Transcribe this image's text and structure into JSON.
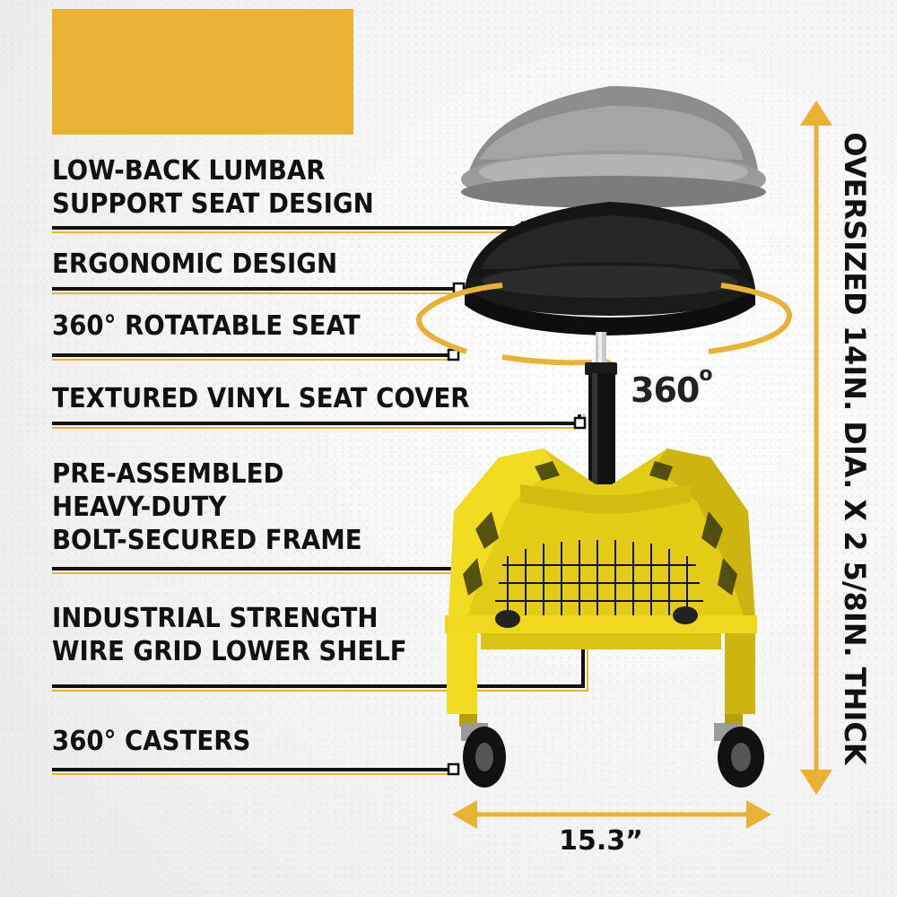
{
  "features": [
    {
      "lines": [
        "LOW-BACK LUMBAR",
        "SUPPORT SEAT DESIGN"
      ]
    },
    {
      "lines": [
        "ERGONOMIC DESIGN"
      ]
    },
    {
      "lines": [
        "360° ROTATABLE SEAT"
      ]
    },
    {
      "lines": [
        "TEXTURED VINYL SEAT COVER"
      ]
    },
    {
      "lines": [
        "PRE-ASSEMBLED",
        "HEAVY-DUTY",
        "BOLT-SECURED FRAME"
      ]
    },
    {
      "lines": [
        "INDUSTRIAL STRENGTH",
        "WIRE GRID LOWER SHELF"
      ]
    },
    {
      "lines": [
        "360° CASTERS"
      ]
    }
  ],
  "rotation_label": "360",
  "rotation_degree_mark": "o",
  "height_dimension": "OVERSIZED 14IN. DIA. X 2 5/8IN. THICK",
  "width_dimension": "15.3”",
  "colors": {
    "accent": "#eab233",
    "frame": "#f2d81a",
    "text": "#111111"
  }
}
